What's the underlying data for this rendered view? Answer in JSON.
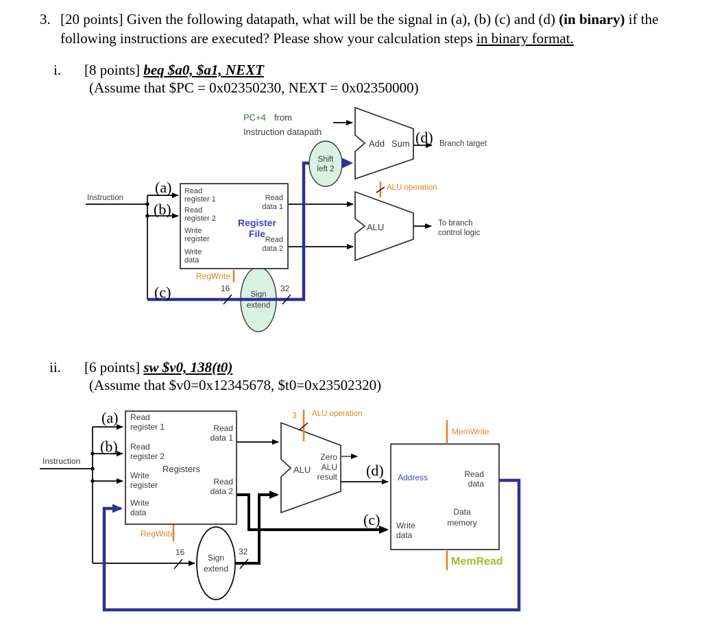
{
  "colors": {
    "wire_blue": "#2f3193",
    "control_orange": "#e5832a",
    "pc4_green": "#2e7d32",
    "memread_green": "#9dbf2e",
    "label_blue": "#4040c4",
    "ellipse_green": "#d9f3e2"
  },
  "question": {
    "number": "3.",
    "lead": "[20 points] Given the following datapath, what will be the signal in (a), (b) (c) and (d) ",
    "bold": "(in binary)",
    "mid": " if the following instructions are executed? Please show your calculation steps ",
    "underlined": "in binary format."
  },
  "part_i": {
    "num": "i.",
    "points": "[8 points] ",
    "instr": "beq $a0, $a1, NEXT",
    "assume": "(Assume that $PC = 0x02350230, NEXT = 0x02350000)"
  },
  "part_ii": {
    "num": "ii.",
    "points": "[6 points] ",
    "instr": "sw $v0, 138(t0)",
    "assume": "(Assume that $v0=0x12345678, $t0=0x23502320)"
  },
  "d1": {
    "pc4": "PC+4",
    "from": "from",
    "instr_datapath": "Instruction datapath",
    "shift1": "Shift",
    "shift2": "left 2",
    "add": "Add",
    "sum": "Sum",
    "a": "(a)",
    "b": "(b)",
    "c": "(c)",
    "d": "(d)",
    "branch_target": "Branch target",
    "alu_operation": "ALU operation",
    "alu": "ALU",
    "to_branch1": "To branch",
    "to_branch2": "control logic",
    "instruction": "Instruction",
    "read": "Read",
    "write": "Write",
    "register1": "register 1",
    "register2": "register 2",
    "register": "register",
    "data": "data",
    "data1": "data 1",
    "data2": "data 2",
    "rf_title1": "Register",
    "rf_title2": "File",
    "regwrite": "RegWrite",
    "n16": "16",
    "n32": "32",
    "sign1": "Sign",
    "sign2": "extend"
  },
  "d2": {
    "a": "(a)",
    "b": "(b)",
    "c": "(c)",
    "d": "(d)",
    "instruction": "Instruction",
    "read": "Read",
    "write": "Write",
    "register1": "register 1",
    "register2": "register 2",
    "register": "register",
    "data": "data",
    "data1": "data 1",
    "data2": "data 2",
    "registers_title": "Registers",
    "regwrite": "RegWrite",
    "n16": "16",
    "n32": "32",
    "n3": "3",
    "sign1": "Sign",
    "sign2": "extend",
    "alu_operation": "ALU operation",
    "alu": "ALU",
    "zero": "Zero",
    "result": "result",
    "memwrite": "MemWrite",
    "memread": "MemRead",
    "address": "Address",
    "datamem1": "Data",
    "datamem2": "memory"
  }
}
